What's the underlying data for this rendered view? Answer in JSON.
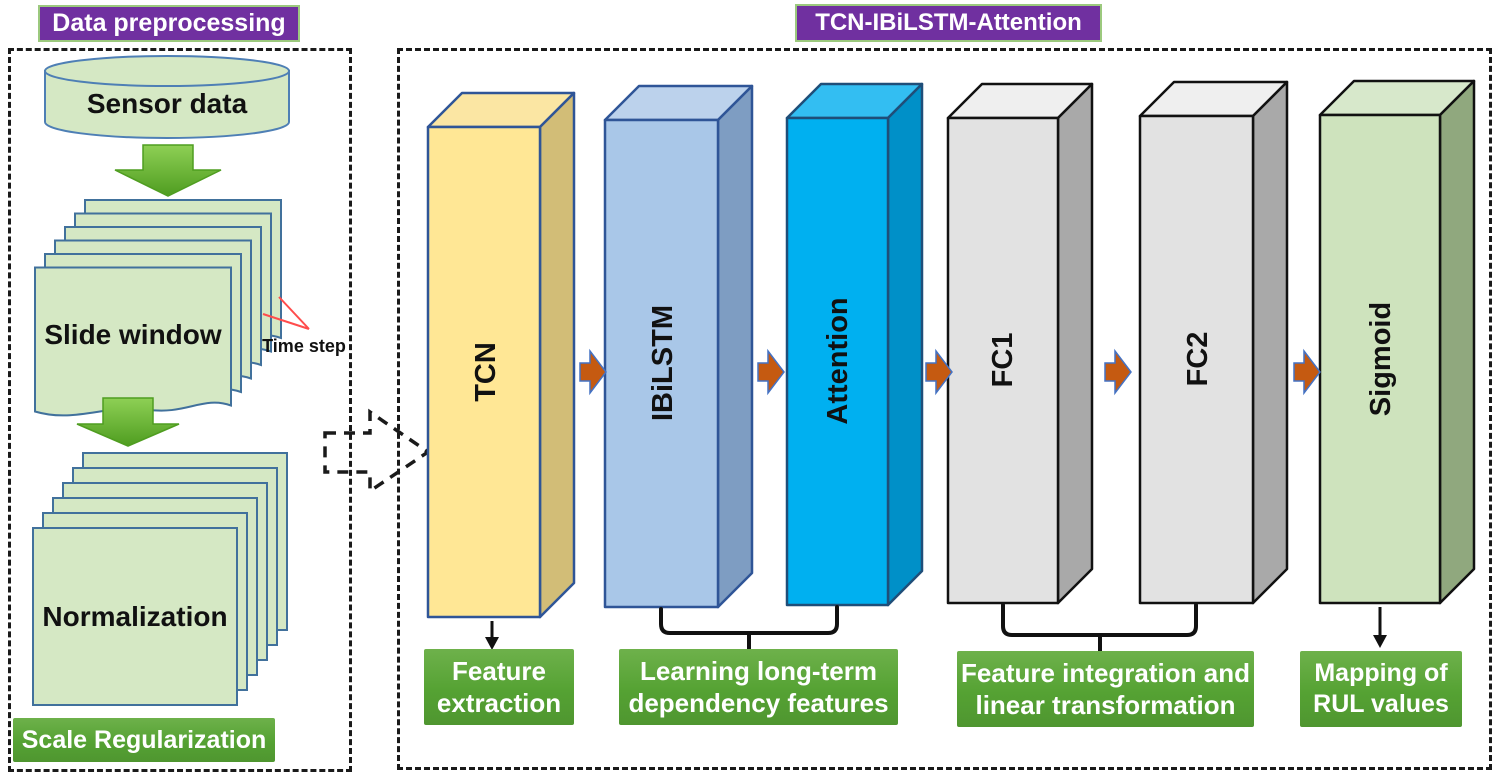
{
  "left_panel": {
    "header": "Data preprocessing",
    "cylinder_label": "Sensor data",
    "slide_window_label": "Slide window",
    "time_step_label": "Time step",
    "normalization_label": "Normalization",
    "footer": "Scale Regularization"
  },
  "right_panel": {
    "header": "TCN-IBiLSTM-Attention",
    "layers": [
      {
        "label": "TCN",
        "front": "#FFE795",
        "side": "#D2BD77",
        "top": "#FBE6A3",
        "border": "#2F5597"
      },
      {
        "label": "IBiLSTM",
        "front": "#A9C7E8",
        "side": "#7E9DC2",
        "top": "#BCD2EC",
        "border": "#2F5597"
      },
      {
        "label": "Attention",
        "front": "#00B0F0",
        "side": "#0090C8",
        "top": "#33BEF2",
        "border": "#1F4E79"
      },
      {
        "label": "FC1",
        "front": "#E2E2E2",
        "side": "#A9A9A9",
        "top": "#EFEFEF",
        "border": "#111111"
      },
      {
        "label": "FC2",
        "front": "#E2E2E2",
        "side": "#A9A9A9",
        "top": "#EFEFEF",
        "border": "#111111"
      },
      {
        "label": "Sigmoid",
        "front": "#CEE3BD",
        "side": "#90A87E",
        "top": "#D7E8CB",
        "border": "#111111"
      }
    ],
    "captions": [
      {
        "line1": "Feature",
        "line2": "extraction"
      },
      {
        "line1": "Learning long-term",
        "line2": "dependency features"
      },
      {
        "line1": "Feature integration and",
        "line2": "linear transformation"
      },
      {
        "line1": "Mapping of",
        "line2": "RUL values"
      }
    ]
  },
  "palette": {
    "header_bg": "#7030A0",
    "header_border": "#9CC97E",
    "header_text": "#FFFFFF",
    "caption_bg": "#55A233",
    "caption_text": "#FFFFFF",
    "doc_fill": "#D5E8C4",
    "doc_border": "#41719C",
    "cylinder_border": "#4E7FB5",
    "flow_arrow_green_light": "#8ED055",
    "flow_arrow_green_dark": "#4F9D20",
    "connector_orange": "#C55A11",
    "connector_orange_border": "#4472C4",
    "annotation_red": "#FF4C4C",
    "dash_border": "#1A1A1A",
    "diagram_text": "#111111"
  }
}
